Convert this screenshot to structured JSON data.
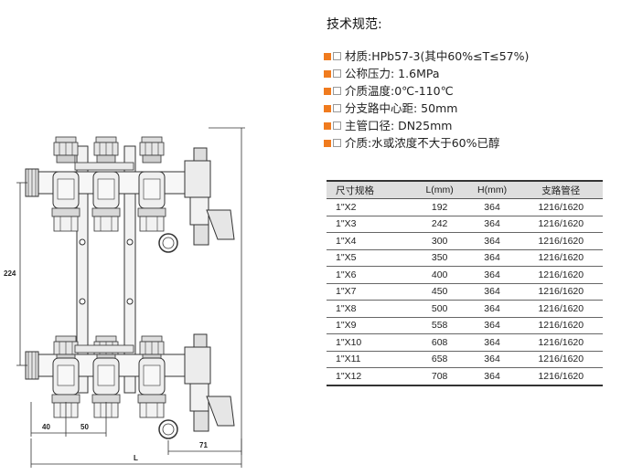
{
  "spec": {
    "title": "技术规范:",
    "items": [
      "材质:HPb57-3(其中60%≤T≤57%)",
      "公称压力: 1.6MPa",
      "介质温度:0℃-110℃",
      "分支路中心距: 50mm",
      "主管口径: DN25mm",
      "介质:水或浓度不大于60%已醇"
    ],
    "bullet_color": "#f07b1e"
  },
  "table": {
    "headers": [
      "尺寸规格",
      "L(mm)",
      "H(mm)",
      "支路管径"
    ],
    "rows": [
      [
        "1\"X2",
        "192",
        "364",
        "1216/1620"
      ],
      [
        "1\"X3",
        "242",
        "364",
        "1216/1620"
      ],
      [
        "1\"X4",
        "300",
        "364",
        "1216/1620"
      ],
      [
        "1\"X5",
        "350",
        "364",
        "1216/1620"
      ],
      [
        "1\"X6",
        "400",
        "364",
        "1216/1620"
      ],
      [
        "1\"X7",
        "450",
        "364",
        "1216/1620"
      ],
      [
        "1\"X8",
        "500",
        "364",
        "1216/1620"
      ],
      [
        "1\"X9",
        "558",
        "364",
        "1216/1620"
      ],
      [
        "1\"X10",
        "608",
        "364",
        "1216/1620"
      ],
      [
        "1\"X11",
        "658",
        "364",
        "1216/1620"
      ],
      [
        "1\"X12",
        "708",
        "364",
        "1216/1620"
      ]
    ]
  },
  "drawing": {
    "dim_height": "224",
    "dim_40": "40",
    "dim_50": "50",
    "dim_71": "71",
    "dim_L": "L"
  }
}
